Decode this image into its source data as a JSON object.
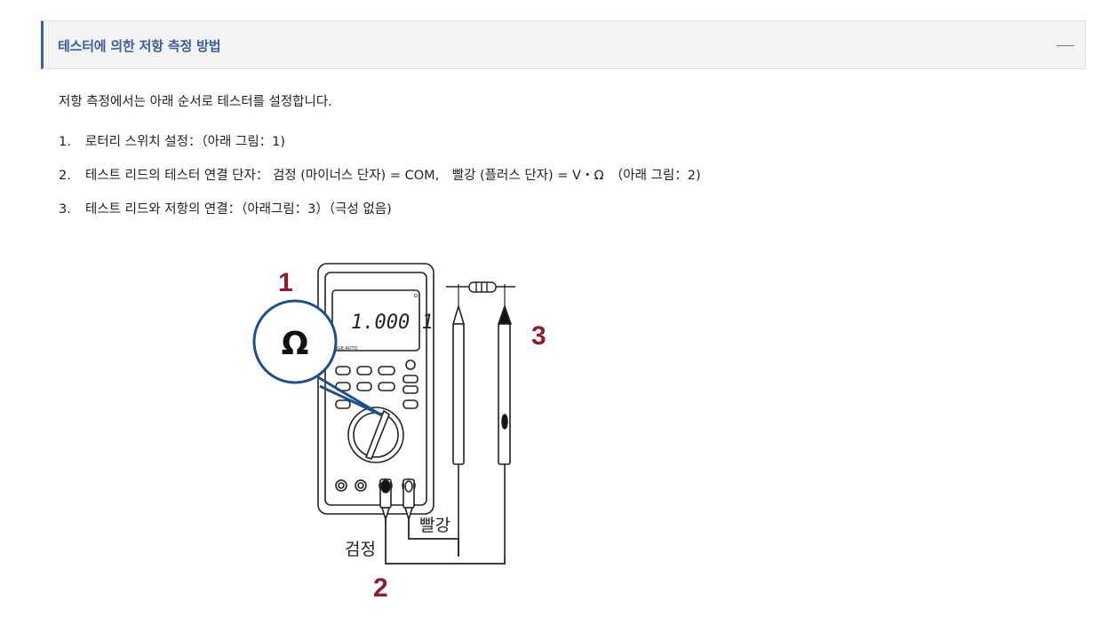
{
  "section": {
    "title": "테스터에 의한 저항 측정 방법",
    "toggle_icon": "minus-icon"
  },
  "intro": "저항 측정에서는 아래 순서로 테스터를 설정합니다.",
  "steps": [
    {
      "num": "1.",
      "text": "로터리 스위치 설정：（아래 그림：1)"
    },
    {
      "num": "2.",
      "text": "테스트 리드의 테스터 연결 단자： 검정 (마이너스 단자) = COM,　빨강 (플러스 단자) = V・Ω　（아래 그림：2)"
    },
    {
      "num": "3.",
      "text": "테스트 리드와 저항의 연결：（아래그림：3）（극성 없음)"
    }
  ],
  "figure": {
    "callout_1": "1",
    "callout_2": "2",
    "callout_3": "3",
    "ohm_symbol": "Ω",
    "display_value": "1.000 1",
    "range_label": "NGE:AUTO",
    "black_lead_label": "검정",
    "red_lead_label": "빨강",
    "callout_color": "#8a1f32",
    "accent_color": "#1e4f8a"
  }
}
